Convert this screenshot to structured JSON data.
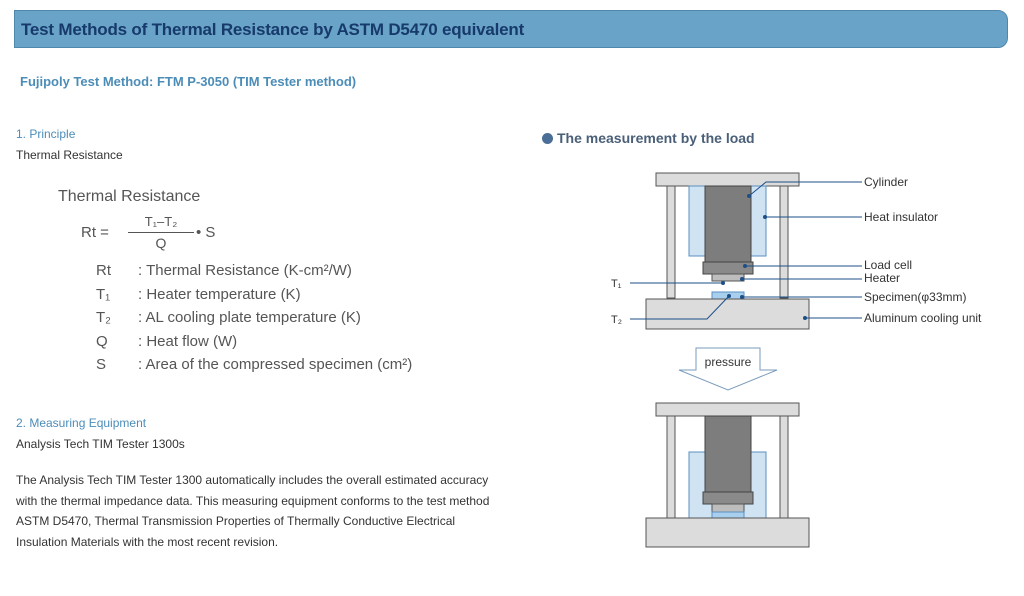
{
  "header": {
    "title": "Test Methods of Thermal Resistance by ASTM D5470 equivalent"
  },
  "subtitle": "Fujipoly Test Method: FTM P-3050 (TIM Tester method)",
  "principle": {
    "heading": "1. Principle",
    "text": "Thermal Resistance",
    "formula": {
      "title": "Thermal Resistance",
      "lhs": "Rt =",
      "numerator": "T₁–T₂",
      "denominator": "Q",
      "multiplier": "• S",
      "definitions": [
        {
          "symbol": "Rt",
          "desc": ": Thermal Resistance (K-cm²/W)"
        },
        {
          "symbol": "T₁",
          "desc": ": Heater temperature (K)"
        },
        {
          "symbol": "T₂",
          "desc": ": AL cooling plate temperature (K)"
        },
        {
          "symbol": "Q",
          "desc": ": Heat flow (W)"
        },
        {
          "symbol": "S",
          "desc": ": Area of the compressed specimen (cm²)"
        }
      ]
    }
  },
  "equipment": {
    "heading": "2. Measuring Equipment",
    "text": "Analysis Tech TIM Tester 1300s",
    "body": "The Analysis Tech TIM Tester 1300 automatically includes the overall estimated accuracy with the thermal impedance data. This measuring equipment conforms to the test method ASTM D5470, Thermal Transmission Properties of Thermally Conductive Electrical Insulation Materials with the most recent revision."
  },
  "diagram": {
    "title": "The measurement by the load",
    "labels": {
      "cylinder": "Cylinder",
      "heat_insulator": "Heat insulator",
      "load_cell": "Load cell",
      "heater": "Heater",
      "specimen": "Specimen(φ33mm)",
      "cooling_unit": "Aluminum cooling unit",
      "t1": "T₁",
      "t2": "T₂",
      "pressure": "pressure"
    },
    "colors": {
      "frame_fill": "#dcdcdc",
      "frame_stroke": "#555555",
      "cylinder_fill": "#7d7d7d",
      "insulator_fill": "#cfe3f3",
      "insulator_stroke": "#5a8fc0",
      "specimen_fill": "#a9cfee",
      "leader": "#1d4f86"
    }
  }
}
